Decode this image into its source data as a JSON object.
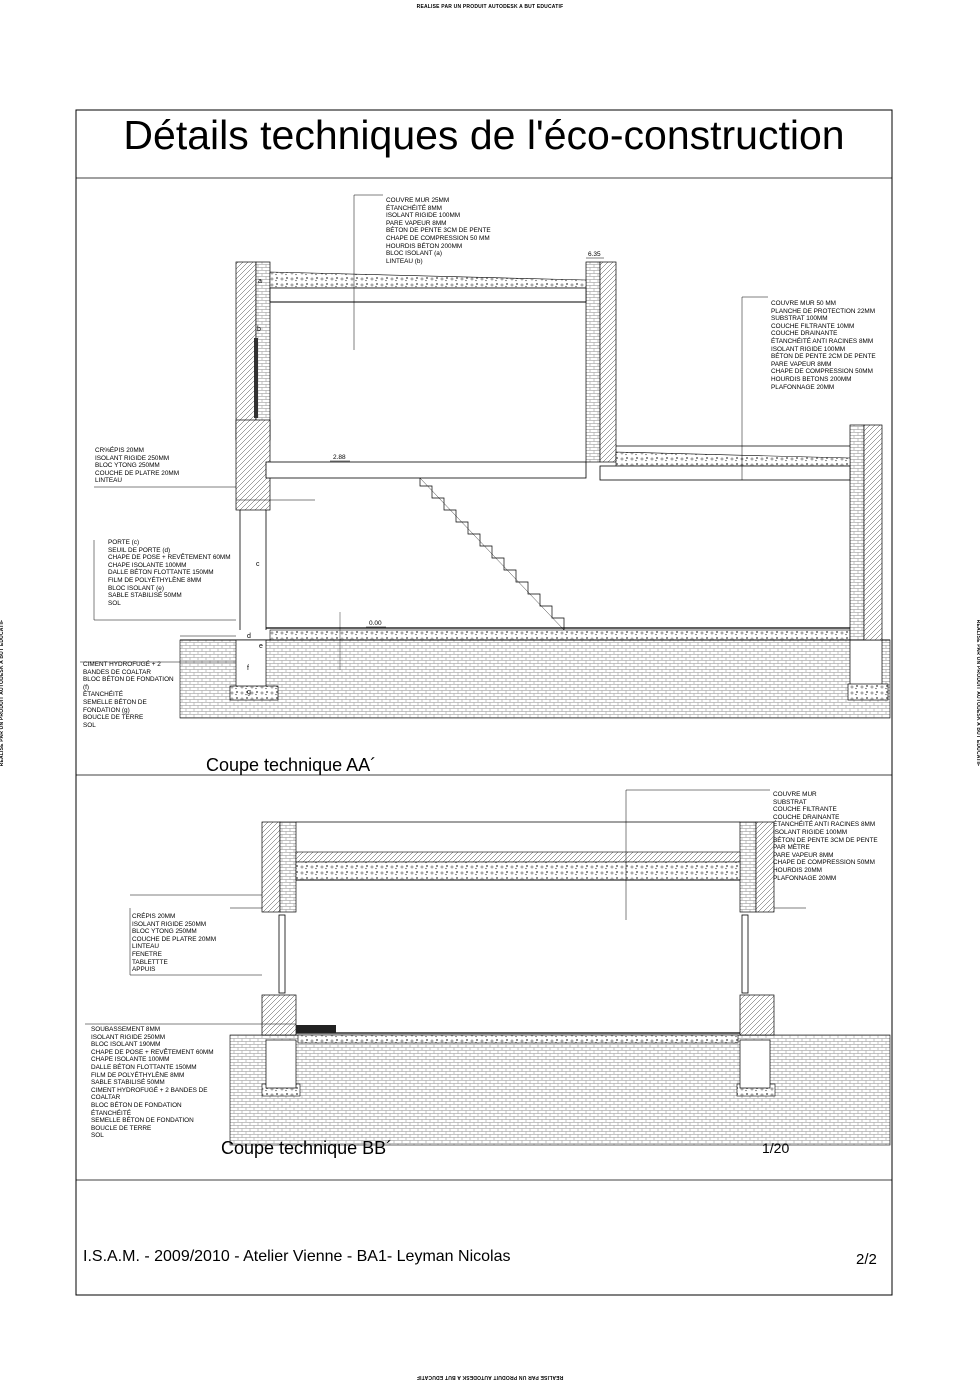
{
  "watermark": "REALISE PAR UN PRODUIT AUTODESK A BUT EDUCATIF",
  "title": "Détails techniques de l'éco-construction",
  "section_aa": {
    "title": "Coupe technique AA´",
    "roof_note": [
      "COUVRE MUR 25MM",
      "ÉTANCHÉITÉ 8MM",
      "ISOLANT RIGIDE 100MM",
      "PARE VAPEUR 8MM",
      "BÉTON DE PENTE 3CM DE PENTE",
      "CHAPE DE COMPRESSION 50 MM",
      "HOURDIS BÉTON 200MM",
      "BLOC ISOLANT (a)",
      "LINTEAU (b)"
    ],
    "green_roof_note": [
      "COUVRE MUR 50 MM",
      "PLANCHE DE PROTECTION 22MM",
      "SUBSTRAT  100MM",
      "COUCHE FILTRANTE 10MM",
      "COUCHE DRAINANTE",
      "ÉTANCHÉITÉ ANTI RACINES 8MM",
      "ISOLANT RIGIDE  100MM",
      "BÉTON DE PENTE 2CM DE PENTE",
      "PARE VAPEUR 8MM",
      "CHAPE DE COMPRESSION 50MM",
      "HOURDIS BETONS  200MM",
      "PLAFONNAGE 20MM"
    ],
    "wall_note": [
      "CR%ÉPIS 20MM",
      "ISOLANT RIGIDE 250MM",
      "BLOC YTONG 250MM",
      "COUCHE DE PLATRE 20MM",
      "LINTEAU"
    ],
    "door_note": [
      "PORTE (c)",
      "SEUIL DE PORTE (d)",
      "CHAPE DE POSE + REVÊTEMENT 60MM",
      "CHAPE ISOLANTE 100MM",
      "DALLE BÉTON FLOTTANTE 150MM",
      "FILM DE POLYÉTHYLÈNE 8MM",
      "BLOC ISOLANT (e)",
      "SABLE STABILISÉ 50MM",
      "SOL"
    ],
    "foundation_note": [
      "CIMENT HYDROFUGÉ + 2",
      "BANDES DE COALTAR",
      "BLOC BÉTON DE FONDATION",
      "(f)",
      "ÉTANCHÉITÉ",
      "SEMELLE BÉTON DE",
      "FONDATION (g)",
      "BOUCLE DE TERRE",
      "SOL"
    ],
    "levels": {
      "roof": "6.35",
      "floor1": "2.88",
      "ground": "0.00"
    },
    "letters": [
      "a",
      "b",
      "c",
      "d",
      "e",
      "f",
      "g"
    ]
  },
  "section_bb": {
    "title": "Coupe technique BB´",
    "roof_note": [
      "COUVRE MUR",
      "SUBSTRAT",
      "COUCHE FILTRANTE",
      "COUCHE DRAINANTE",
      "ÉTANCHÉITÉ ANTI RACINES 8MM",
      "ISOLANT RIGIDE 100MM",
      "BÉTON DE PENTE 3CM DE PENTE",
      "PAR MÈTRE",
      "PARE VAPEUR 8MM",
      "CHAPE DE COMPRESSION 50MM",
      "HOURDIS 20MM",
      "PLAFONNAGE 20MM"
    ],
    "wall_note": [
      "CRÉPIS 20MM",
      "ISOLANT RIGIDE 250MM",
      "BLOC YTONG 250MM",
      "COUCHE DE PLATRE 20MM",
      "LINTEAU",
      "FENETRE",
      "TABLETTTE",
      "APPUIS"
    ],
    "floor_note": [
      "SOUBASSEMENT 8MM",
      "ISOLANT RIGIDE 250MM",
      "BLOC ISOLANT  190MM",
      "CHAPE DE POSE + REVÊTEMENT 60MM",
      "CHAPE ISOLANTE 100MM",
      "DALLE BÉTON FLOTTANTE 150MM",
      "FILM DE POLYÉTHYLÈNE 8MM",
      "SABLE STABILISÉ 50MM",
      "CIMENT HYDROFUGÉ + 2 BANDES DE",
      "COALTAR",
      "BLOC BÉTON DE FONDATION",
      "ÉTANCHÉITÉ",
      "SEMELLE BÉTON DE FONDATION",
      "BOUCLE DE TERRE",
      "SOL"
    ],
    "scale": "1/20"
  },
  "footer": {
    "text": "I.S.A.M. - 2009/2010 - Atelier Vienne - BA1- Leyman Nicolas",
    "page": "2/2"
  }
}
